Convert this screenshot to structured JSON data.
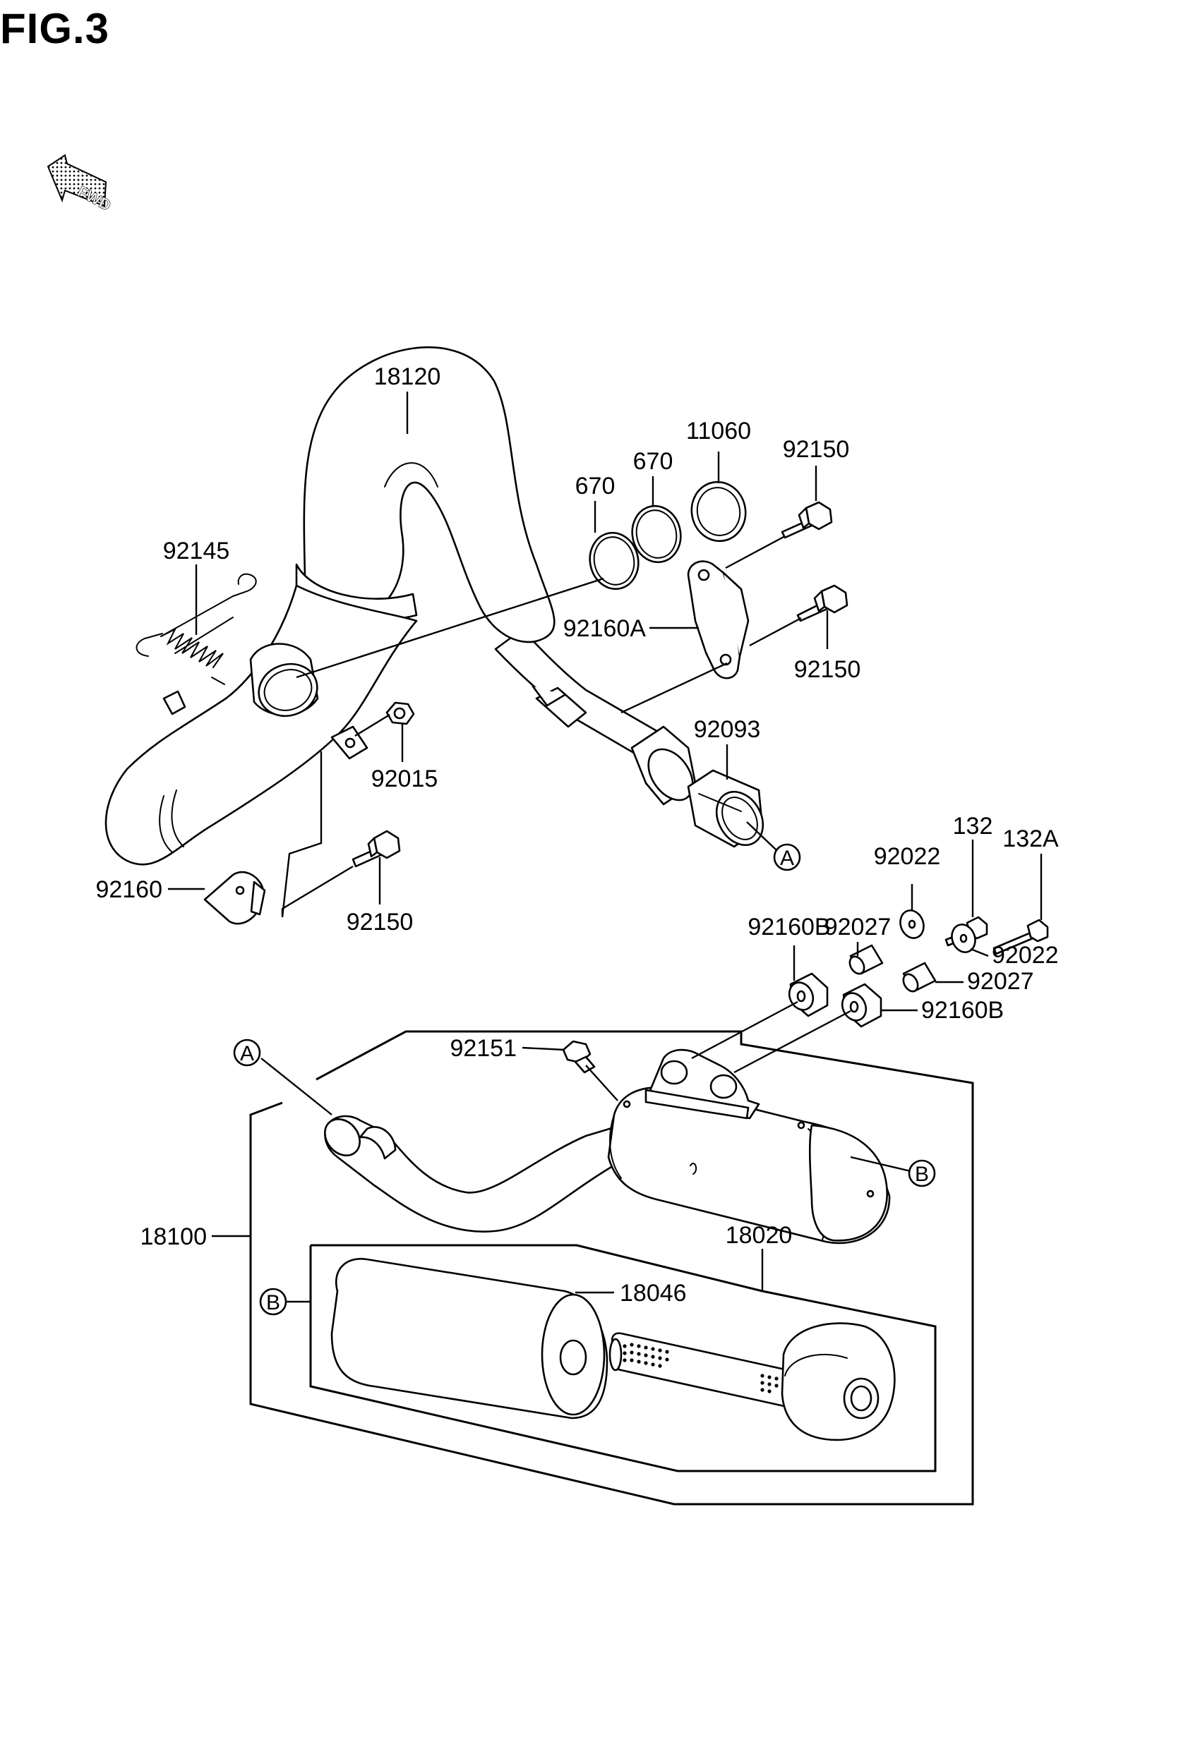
{
  "figure": {
    "title": "FIG.3",
    "fwd_label": "FWD"
  },
  "labels": {
    "p18120": "18120",
    "p670a": "670",
    "p670b": "670",
    "p11060": "11060",
    "p92150_top": "92150",
    "p92145": "92145",
    "p92160A": "92160A",
    "p92150_mid": "92150",
    "p92093": "92093",
    "p92015": "92015",
    "p92160": "92160",
    "p92150_low": "92150",
    "p132": "132",
    "p132A": "132A",
    "p92022_top": "92022",
    "p92027_left": "92027",
    "p92160B_left": "92160B",
    "p92022_right": "92022",
    "p92027_right": "92027",
    "p92160B_right": "92160B",
    "p92151": "92151",
    "p18100": "18100",
    "p18020": "18020",
    "p18046": "18046"
  },
  "refs": {
    "A": "A",
    "B": "B"
  }
}
